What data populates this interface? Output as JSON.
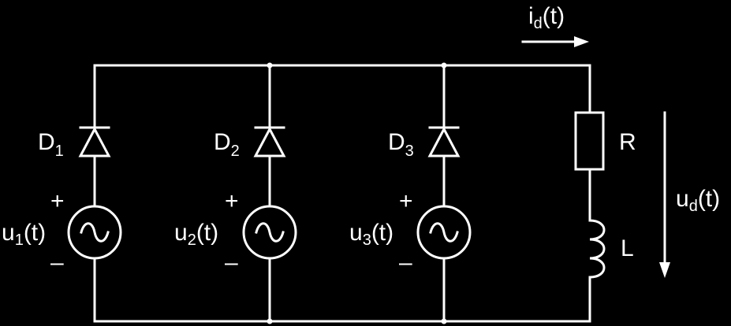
{
  "labels": {
    "d1_main": "D",
    "d1_sub": "1",
    "d2_main": "D",
    "d2_sub": "2",
    "d3_main": "D",
    "d3_sub": "3",
    "u1_main": "u",
    "u1_sub": "1",
    "u1_arg": "(t)",
    "u2_main": "u",
    "u2_sub": "2",
    "u2_arg": "(t)",
    "u3_main": "u",
    "u3_sub": "3",
    "u3_arg": "(t)",
    "plus": "+",
    "minus": "–",
    "r": "R",
    "l": "L",
    "id_main": "i",
    "id_sub": "d",
    "id_arg": "(t)",
    "ud_main": "u",
    "ud_sub": "d",
    "ud_arg": "(t)"
  },
  "colors": {
    "background": "#000000",
    "foreground": "#ffffff"
  }
}
